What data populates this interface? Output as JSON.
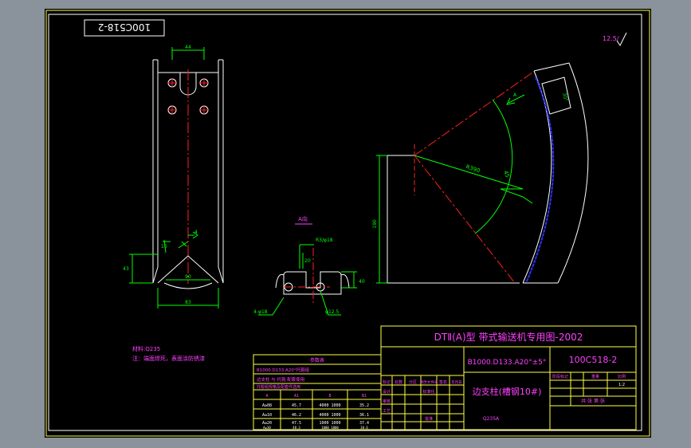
{
  "drawing": {
    "number_rotated": "100C518-2",
    "section_label": "A向",
    "view_arrow": "A",
    "tech_notes": [
      "材料:Q235",
      "注：端面焊死，表面涂防锈漆"
    ],
    "dims": {
      "top_width": "44",
      "bottom_width": "83",
      "arc_width": "90",
      "side_height": "43",
      "small_4": "4",
      "small_10": "10",
      "rad_390": "R390",
      "ang_30": "30°",
      "ang_45": "45",
      "vert_190": "190",
      "sec_top": "R3/φ18",
      "sec_height": "40",
      "sec_mid": "20",
      "sec_hole_left": "4-φ18",
      "sec_hole_right": "φ12.5"
    }
  },
  "roughness_mark": "12.5/",
  "title_block": {
    "standard": "DTⅡ(A)型 带式输送机专用图-2002",
    "spec": "B1000.D133.A20°±5°",
    "drawing_no": "100C518-2",
    "part_name": "边支柱(槽钢10#)",
    "material_label": "Q235A",
    "hdr_cells": [
      "标记",
      "处数",
      "分区",
      "更改文件号",
      "签名",
      "年月日"
    ],
    "row_labels": [
      "设计",
      "审核",
      "工艺",
      "标准化",
      "批准"
    ],
    "stage_label": "阶段标记",
    "weight_label": "重量",
    "scale_label": "比例",
    "scale_value": "1:2",
    "sheet_label": "共  张  第  张"
  },
  "param_table": {
    "title": "参数表",
    "lines": [
      "B1000.D133.A20°托辊组",
      "边支柱 与 托辊 配套使用",
      "托辊组规格及配套件选用"
    ],
    "headers": [
      "A",
      "A1",
      "B",
      "B1"
    ],
    "rows": [
      [
        "A≥08",
        "45.7",
        "4000 1000",
        "35.2"
      ],
      [
        "A≥10",
        "46.2",
        "4000 1000",
        "36.1"
      ],
      [
        "A≥20",
        "47.5",
        "1000 1000",
        "37.4"
      ],
      [
        "A≥30",
        "48.3",
        "1000 1000",
        "38.6"
      ]
    ]
  },
  "colors": {
    "outline": "#ffffff",
    "dim": "#00ff00",
    "center": "#ff2020",
    "hatch": "#3030ff",
    "text_yellow": "#ffff00",
    "text_magenta": "#ff40ff",
    "frame": "#ffff40"
  }
}
